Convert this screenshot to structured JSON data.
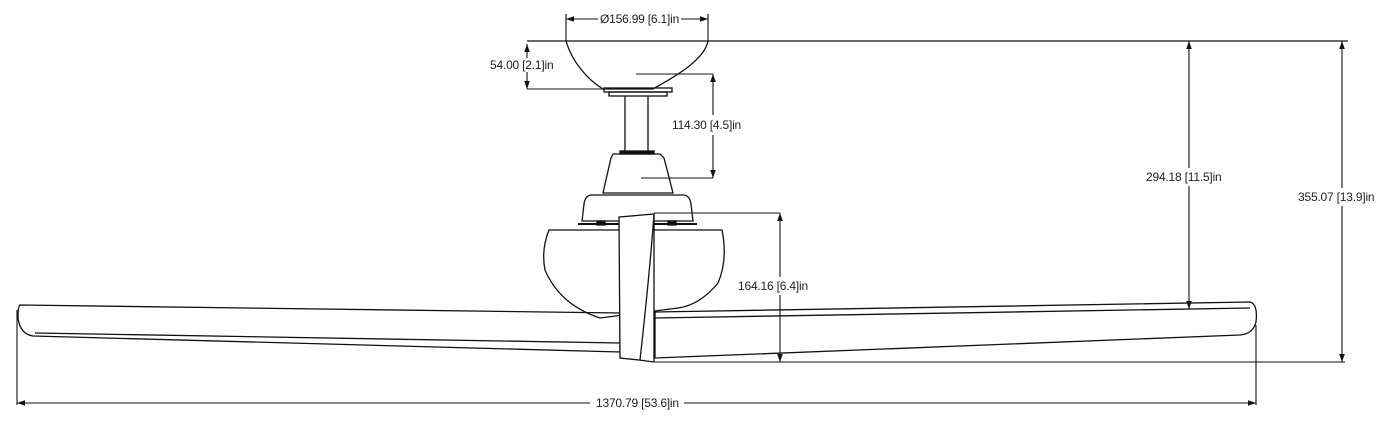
{
  "diagram": {
    "subject": "Ceiling fan side elevation with dimensions",
    "line_color": "#111111",
    "background": "#ffffff"
  },
  "dimensions": {
    "canopy_diameter": "Ø156.99 [6.1]in",
    "canopy_height": "54.00 [2.1]in",
    "downrod_length": "114.30 [4.5]in",
    "motor_to_blade_height": "164.16 [6.4]in",
    "ceiling_to_blade": "294.18 [11.5]in",
    "overall_height": "355.07 [13.9]in",
    "overall_span": "1370.79 [53.6]in"
  }
}
